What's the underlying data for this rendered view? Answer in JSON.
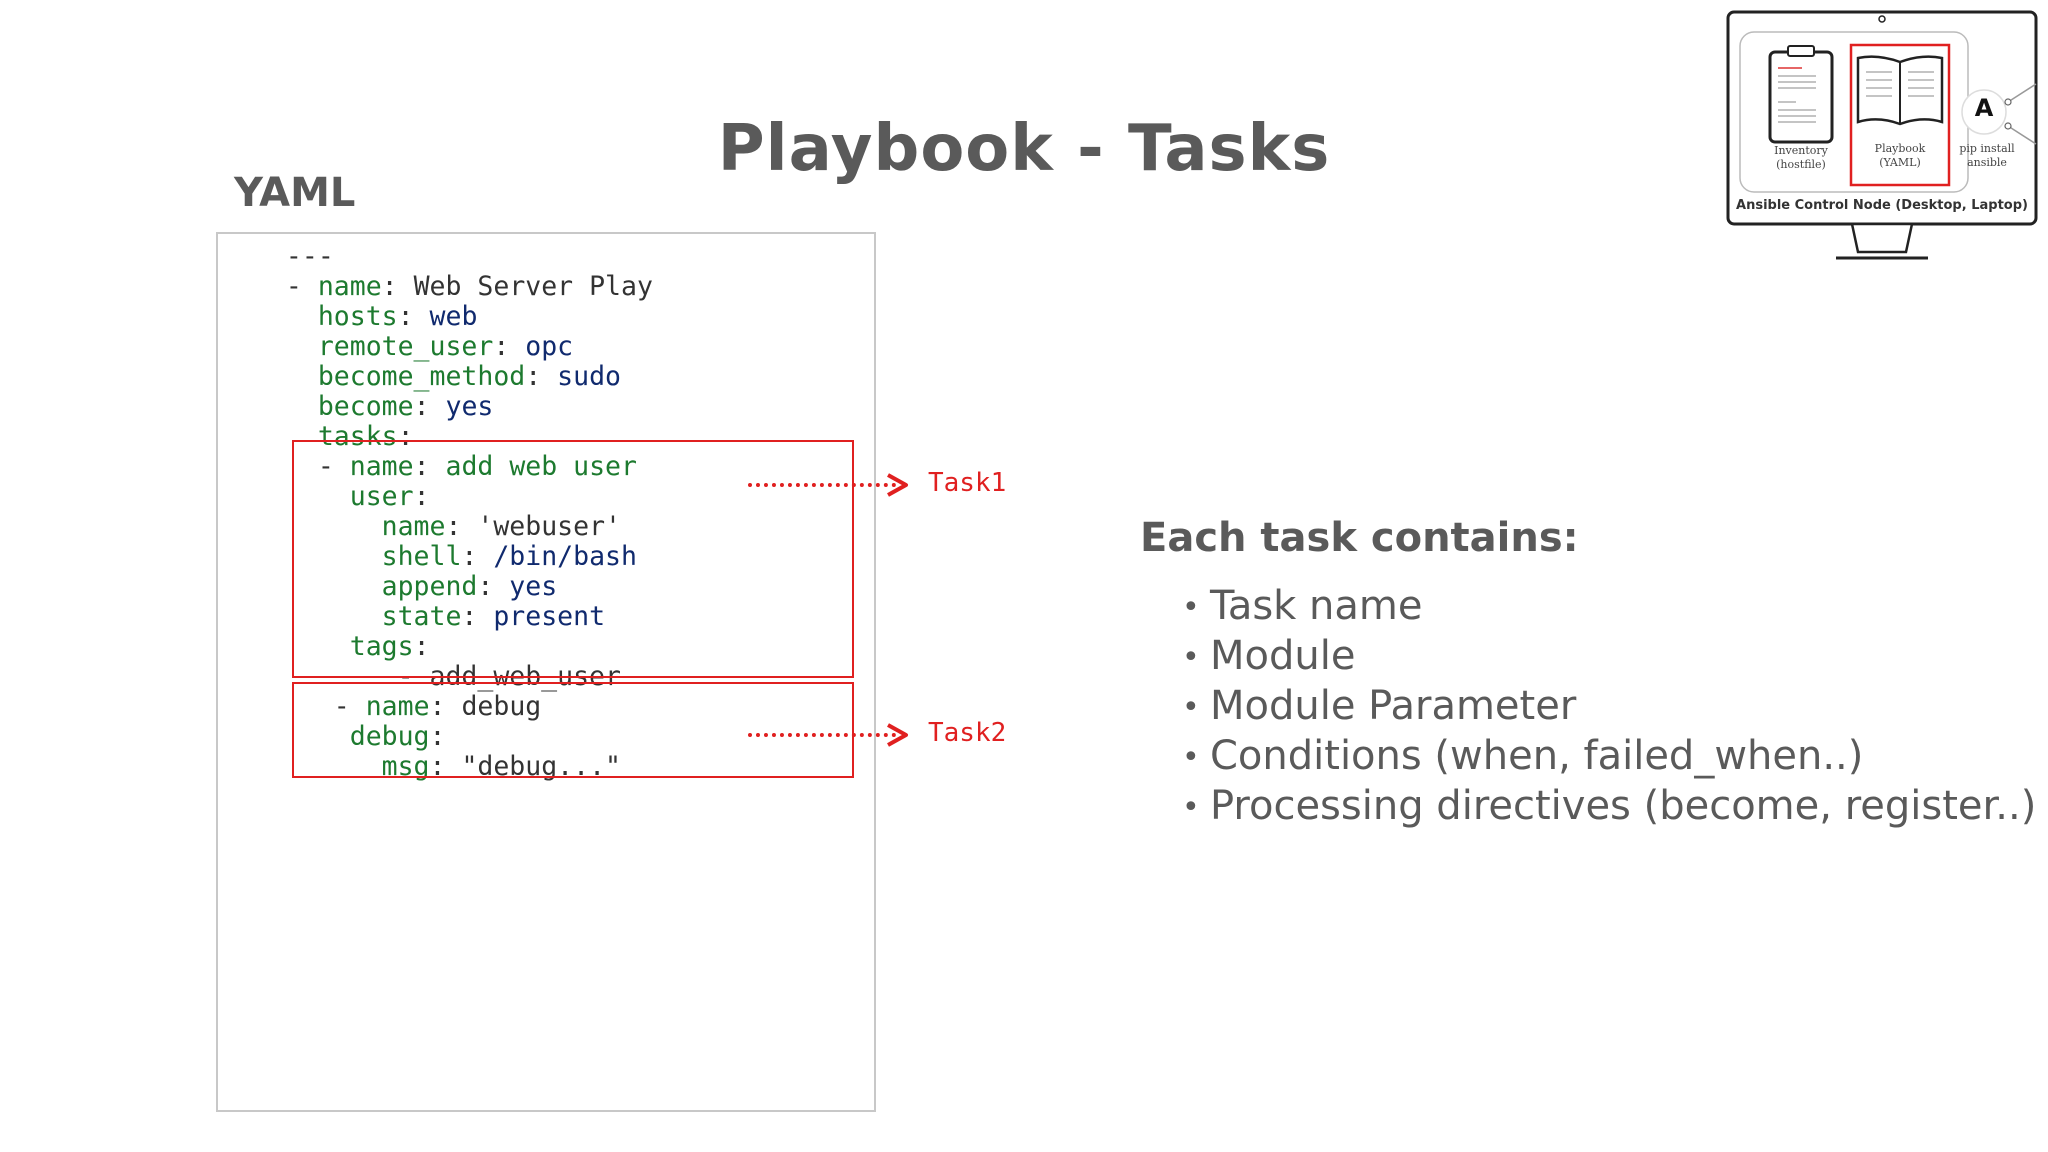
{
  "title": "Playbook - Tasks",
  "yaml_label": "YAML",
  "code_lines": [
    {
      "indent": "  ",
      "parts": [
        {
          "t": "---",
          "c": "p"
        }
      ]
    },
    {
      "indent": "  ",
      "parts": [
        {
          "t": "- ",
          "c": "p"
        },
        {
          "t": "name",
          "c": "k"
        },
        {
          "t": ": ",
          "c": "p"
        },
        {
          "t": "Web Server Play",
          "c": "s"
        }
      ]
    },
    {
      "indent": "    ",
      "parts": [
        {
          "t": "hosts",
          "c": "k"
        },
        {
          "t": ": ",
          "c": "p"
        },
        {
          "t": "web",
          "c": "v"
        }
      ]
    },
    {
      "indent": "    ",
      "parts": [
        {
          "t": "remote_user",
          "c": "k"
        },
        {
          "t": ": ",
          "c": "p"
        },
        {
          "t": "opc",
          "c": "v"
        }
      ]
    },
    {
      "indent": "    ",
      "parts": [
        {
          "t": "become_method",
          "c": "k"
        },
        {
          "t": ": ",
          "c": "p"
        },
        {
          "t": "sudo",
          "c": "v"
        }
      ]
    },
    {
      "indent": "    ",
      "parts": [
        {
          "t": "become",
          "c": "k"
        },
        {
          "t": ": ",
          "c": "p"
        },
        {
          "t": "yes",
          "c": "v"
        }
      ]
    },
    {
      "indent": "    ",
      "parts": [
        {
          "t": "tasks",
          "c": "k"
        },
        {
          "t": ":",
          "c": "p"
        }
      ]
    },
    {
      "indent": "    ",
      "parts": [
        {
          "t": "- ",
          "c": "p"
        },
        {
          "t": "name",
          "c": "k"
        },
        {
          "t": ": ",
          "c": "p"
        },
        {
          "t": "add web user",
          "c": "k"
        }
      ]
    },
    {
      "indent": "      ",
      "parts": [
        {
          "t": "user",
          "c": "k"
        },
        {
          "t": ":",
          "c": "p"
        }
      ]
    },
    {
      "indent": "        ",
      "parts": [
        {
          "t": "name",
          "c": "k"
        },
        {
          "t": ": ",
          "c": "p"
        },
        {
          "t": "'webuser'",
          "c": "s"
        }
      ]
    },
    {
      "indent": "        ",
      "parts": [
        {
          "t": "shell",
          "c": "k"
        },
        {
          "t": ": ",
          "c": "p"
        },
        {
          "t": "/bin/bash",
          "c": "v"
        }
      ]
    },
    {
      "indent": "        ",
      "parts": [
        {
          "t": "append",
          "c": "k"
        },
        {
          "t": ": ",
          "c": "p"
        },
        {
          "t": "yes",
          "c": "v"
        }
      ]
    },
    {
      "indent": "        ",
      "parts": [
        {
          "t": "state",
          "c": "k"
        },
        {
          "t": ": ",
          "c": "p"
        },
        {
          "t": "present",
          "c": "v"
        }
      ]
    },
    {
      "indent": "      ",
      "parts": [
        {
          "t": "tags",
          "c": "k"
        },
        {
          "t": ":",
          "c": "p"
        }
      ]
    },
    {
      "indent": "         ",
      "parts": [
        {
          "t": "- add_web_user",
          "c": "s"
        }
      ]
    },
    {
      "indent": "     ",
      "parts": [
        {
          "t": "- ",
          "c": "p"
        },
        {
          "t": "name",
          "c": "k"
        },
        {
          "t": ": ",
          "c": "p"
        },
        {
          "t": "debug",
          "c": "s"
        }
      ]
    },
    {
      "indent": "      ",
      "parts": [
        {
          "t": "debug",
          "c": "k"
        },
        {
          "t": ":",
          "c": "p"
        }
      ]
    },
    {
      "indent": "        ",
      "parts": [
        {
          "t": "msg",
          "c": "k"
        },
        {
          "t": ": ",
          "c": "p"
        },
        {
          "t": "\"debug...\"",
          "c": "s"
        }
      ]
    }
  ],
  "task1_label": "Task1",
  "task2_label": "Task2",
  "contains_title": "Each task contains:",
  "bullets": [
    "Task name",
    "Module",
    "Module Parameter",
    "Conditions (when, failed_when..)",
    "Processing directives (become, register..)"
  ],
  "monitor": {
    "inventory_label": "Inventory",
    "inventory_sub": "(hostfile)",
    "playbook_label": "Playbook",
    "playbook_sub": "(YAML)",
    "pip_label": "pip install",
    "pip_sub": "ansible",
    "ansible_logo": "A",
    "caption": "Ansible Control Node (Desktop, Laptop)"
  },
  "colors": {
    "accent_red": "#e02020",
    "yaml_key": "#1d7a2f",
    "yaml_value": "#102a6e",
    "heading_gray": "#5a5a5a"
  }
}
